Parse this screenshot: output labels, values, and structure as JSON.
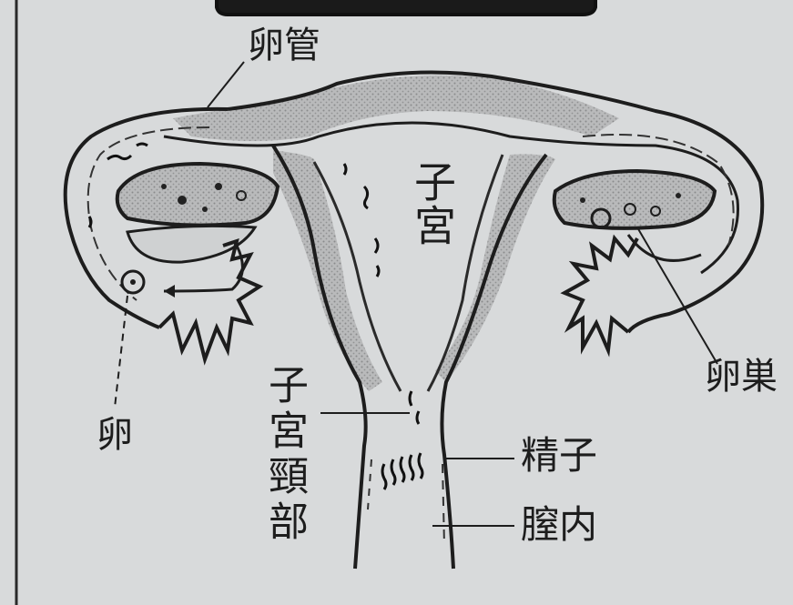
{
  "labels": {
    "oviduct": "卵管",
    "uterus": "子宮",
    "ovary": "卵巣",
    "egg": "卵",
    "cervix": "子宮頸部",
    "sperm": "精子",
    "vagina": "膣内"
  },
  "colors": {
    "background": "#d8dadb",
    "ink": "#1d1d1d",
    "tissue_shade": "#a9aaab"
  }
}
